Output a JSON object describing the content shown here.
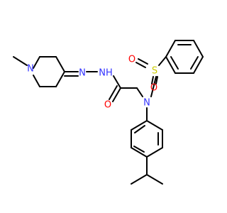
{
  "colors": {
    "background": "#ffffff",
    "bond": "#000000",
    "N": "#3333ff",
    "O": "#ff0000",
    "S": "#cccc00",
    "H": "#3333ff"
  },
  "atoms": {
    "n_methyl": {
      "text": "N",
      "element": "N"
    },
    "n_hydrazone_1": {
      "text": "N",
      "element": "N"
    },
    "n_hydrazone_2": {
      "text": "NH",
      "element": "N"
    },
    "o_carbonyl": {
      "text": "O",
      "element": "O"
    },
    "n_sulfonamide": {
      "text": "N",
      "element": "N"
    },
    "s_sulfonyl": {
      "text": "S",
      "element": "S"
    },
    "o_sulfonyl_1": {
      "text": "O",
      "element": "O"
    },
    "o_sulfonyl_2": {
      "text": "O",
      "element": "O"
    }
  }
}
